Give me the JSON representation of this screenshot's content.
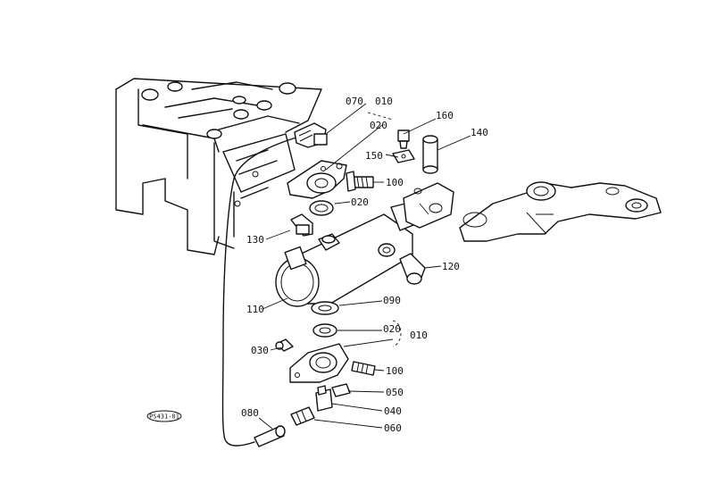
{
  "labels": {
    "p070": "070",
    "p010a": "010",
    "p020a": "020",
    "p160": "160",
    "p140": "140",
    "p150": "150",
    "p100a": "100",
    "p020b": "020",
    "p130": "130",
    "p120": "120",
    "p110": "110",
    "p090": "090",
    "p020c": "020",
    "p010b": "010",
    "p030": "030",
    "p100b": "100",
    "p050": "050",
    "p040": "040",
    "p060": "060",
    "p080": "080"
  },
  "stamp": "PS431-01"
}
